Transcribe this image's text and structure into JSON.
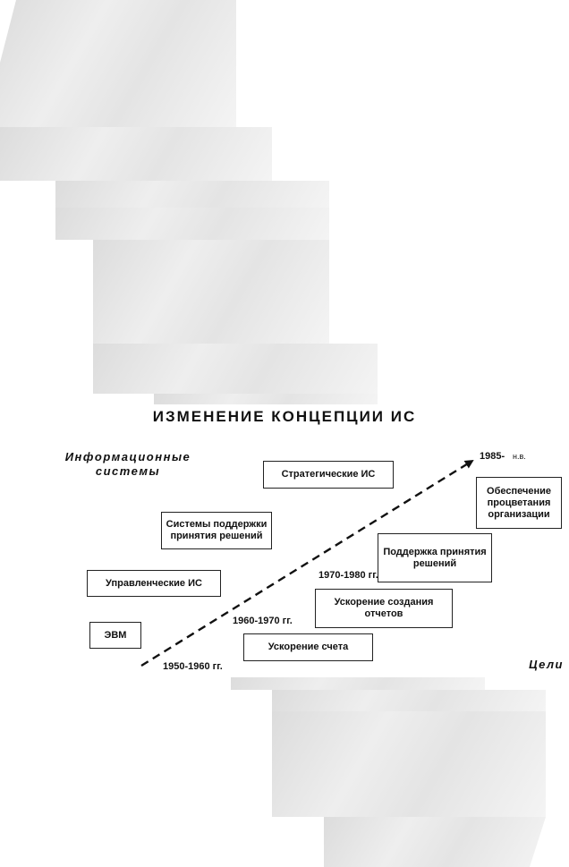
{
  "diagram": {
    "title": "ИЗМЕНЕНИЕ КОНЦЕПЦИИ ИС",
    "y_axis_label": "Информационные системы",
    "x_axis_label": "Цели",
    "systems": [
      {
        "label": "ЭВМ"
      },
      {
        "label": "Управленческие ИС"
      },
      {
        "label": "Системы поддержки принятия решений"
      },
      {
        "label": "Стратегические ИС"
      }
    ],
    "goals": [
      {
        "label": "Ускорение счета"
      },
      {
        "label": "Ускорение создания отчетов"
      },
      {
        "label": "Поддержка принятия решений"
      },
      {
        "label": "Обеспечение процветания организации"
      }
    ],
    "periods": [
      {
        "label": "1950-1960 гг."
      },
      {
        "label": "1960-1970 гг."
      },
      {
        "label": "1970-1980 гг."
      },
      {
        "label": "1985-",
        "suffix": "н.в."
      }
    ]
  }
}
